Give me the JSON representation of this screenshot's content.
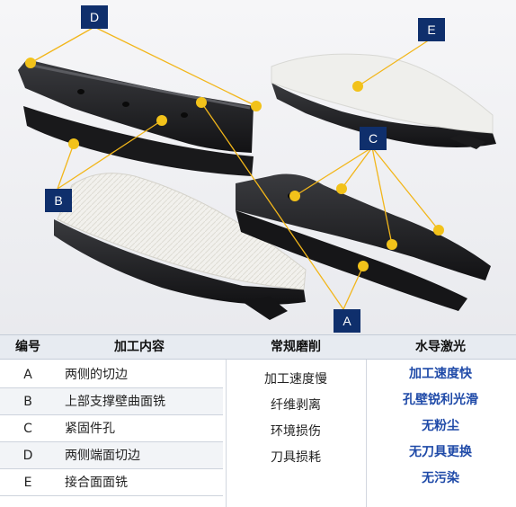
{
  "labels": {
    "a": "A",
    "b": "B",
    "c": "C",
    "d": "D",
    "e": "E"
  },
  "table": {
    "headers": {
      "code": "编号",
      "content": "加工内容",
      "conventional": "常规磨削",
      "waterjet": "水导激光"
    },
    "rows": [
      {
        "code": "A",
        "task": "两侧的切边"
      },
      {
        "code": "B",
        "task": "上部支撑壁曲面铣"
      },
      {
        "code": "C",
        "task": "紧固件孔"
      },
      {
        "code": "D",
        "task": "两侧端面切边"
      },
      {
        "code": "E",
        "task": "接合面面铣"
      }
    ],
    "conventional": [
      "加工速度慢",
      "纤维剥离",
      "环境损伤",
      "刀具损耗"
    ],
    "waterjet": [
      "加工速度快",
      "孔壁锐利光滑",
      "无粉尘",
      "无刀具更换",
      "无污染"
    ]
  },
  "colors": {
    "tag_bg": "#0f2f6c",
    "leader": "#f2b61a",
    "advantage_text": "#1f4aa8"
  }
}
